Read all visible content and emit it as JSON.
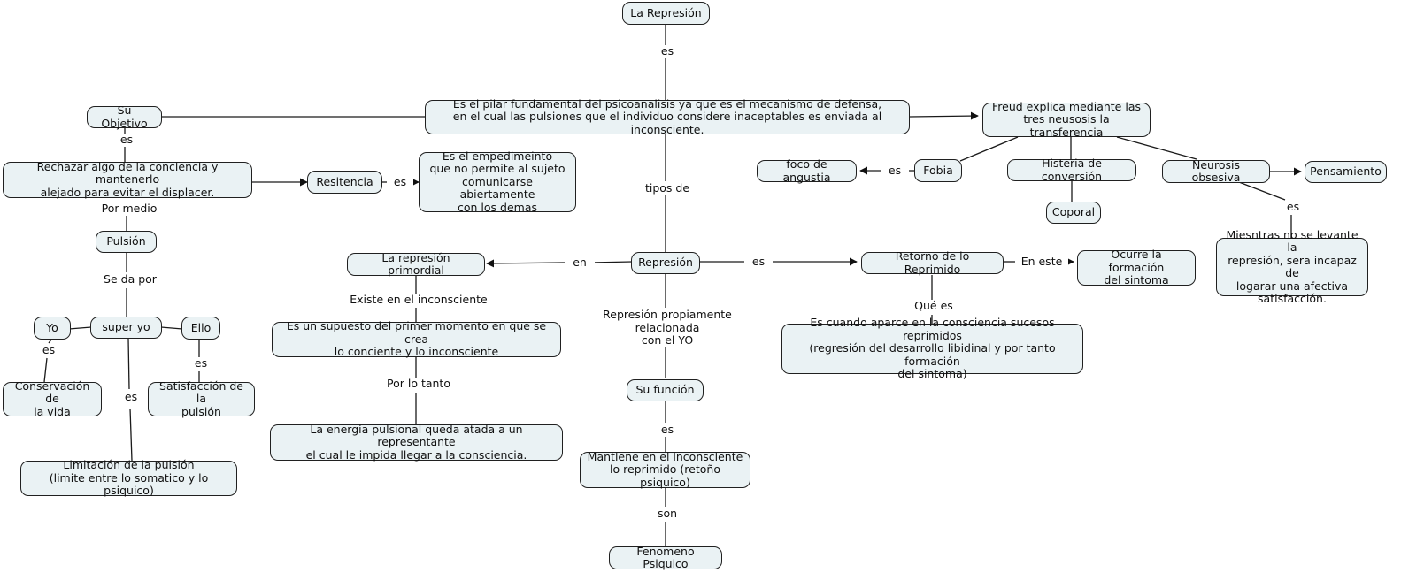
{
  "diagram": {
    "title": "La Represión",
    "type": "concept-map",
    "colors": {
      "node_fill": "#eaf2f4",
      "node_border": "#202020",
      "edge": "#1a1a1a",
      "background": "#ffffff",
      "text": "#101010"
    }
  },
  "nodes": {
    "la_represion": "La Represión",
    "es_pilar": "Es el pilar fundamental del psicoanalisis ya que es el mecanismo de defensa,\nen el cual las pulsiones que el individuo considere inaceptables es enviada al inconsciente.",
    "su_objetivo": "Su Objetivo",
    "rechazar": "Rechazar algo de la conciencia y mantenerlo\nalejado para evitar el displacer.",
    "resitencia": "Resitencia",
    "empedimeinto": "Es el empedimeinto\nque no permite al sujeto\ncomunicarse abiertamente\ncon los demas",
    "pulsion": "Pulsión",
    "yo": "Yo",
    "super_yo": "super yo",
    "ello": "Ello",
    "conservacion": "Conservación de\nla vida",
    "satisfaccion": "Satisfacción de la\npulsión",
    "limitacion": "Limitación de la pulsión\n(limite entre lo somatico y lo psiquico)",
    "freud_explica": "Freud explica mediante las\ntres neusosis la transferencia",
    "fobia": "Fobia",
    "foco_angustia": "foco de angustia",
    "histeria": "Histeria de conversión",
    "coporal": "Coporal",
    "neurosis_obsesiva": "Neurosis obsesiva",
    "pensamiento": "Pensamiento",
    "miesntras": "Miesntras no se levante la\nrepresión, sera incapaz de\nlogarar una afectiva\nsatisfacción.",
    "represion": "Represión",
    "represion_primordial": "La represión primordial",
    "supuesto": "Es un supuesto del primer momento en que se crea\nlo conciente y lo inconsciente",
    "energia": "La energia pulsional queda atada a un representante\nel cual le impida llegar a la consciencia.",
    "retorno": "Retorno de lo Reprimido",
    "ocurre": "Ocurre la formación\ndel sintoma",
    "es_cuando": "Es cuando aparce en la consciencia sucesos reprimidos\n(regresión del desarrollo libidinal y por tanto formación\ndel sintoma)",
    "su_funcion": "Su función",
    "mantiene": "Mantiene en el inconsciente\nlo reprimido (retoño psiquico)",
    "fenomeno": "Fenomeno Psiquico"
  },
  "link_labels": {
    "es_top": "es",
    "es_objetivo": "es",
    "es_resitencia": "es",
    "por_medio": "Por medio",
    "se_da_por": "Se da por",
    "es_yo": "es",
    "es_superyo": "es",
    "es_ello": "es",
    "es_fobia": "es",
    "es_neurosis": "es",
    "tipos_de": "tipos de",
    "en_primordial": "en",
    "existe_inconsciente": "Existe en el inconsciente",
    "por_lo_tanto": "Por lo tanto",
    "es_retorno": "es",
    "en_este": "En este",
    "que_es": "Qué es",
    "represion_yo": "Represión propiamente relacionada\ncon el YO",
    "es_funcion": "es",
    "son": "son"
  }
}
